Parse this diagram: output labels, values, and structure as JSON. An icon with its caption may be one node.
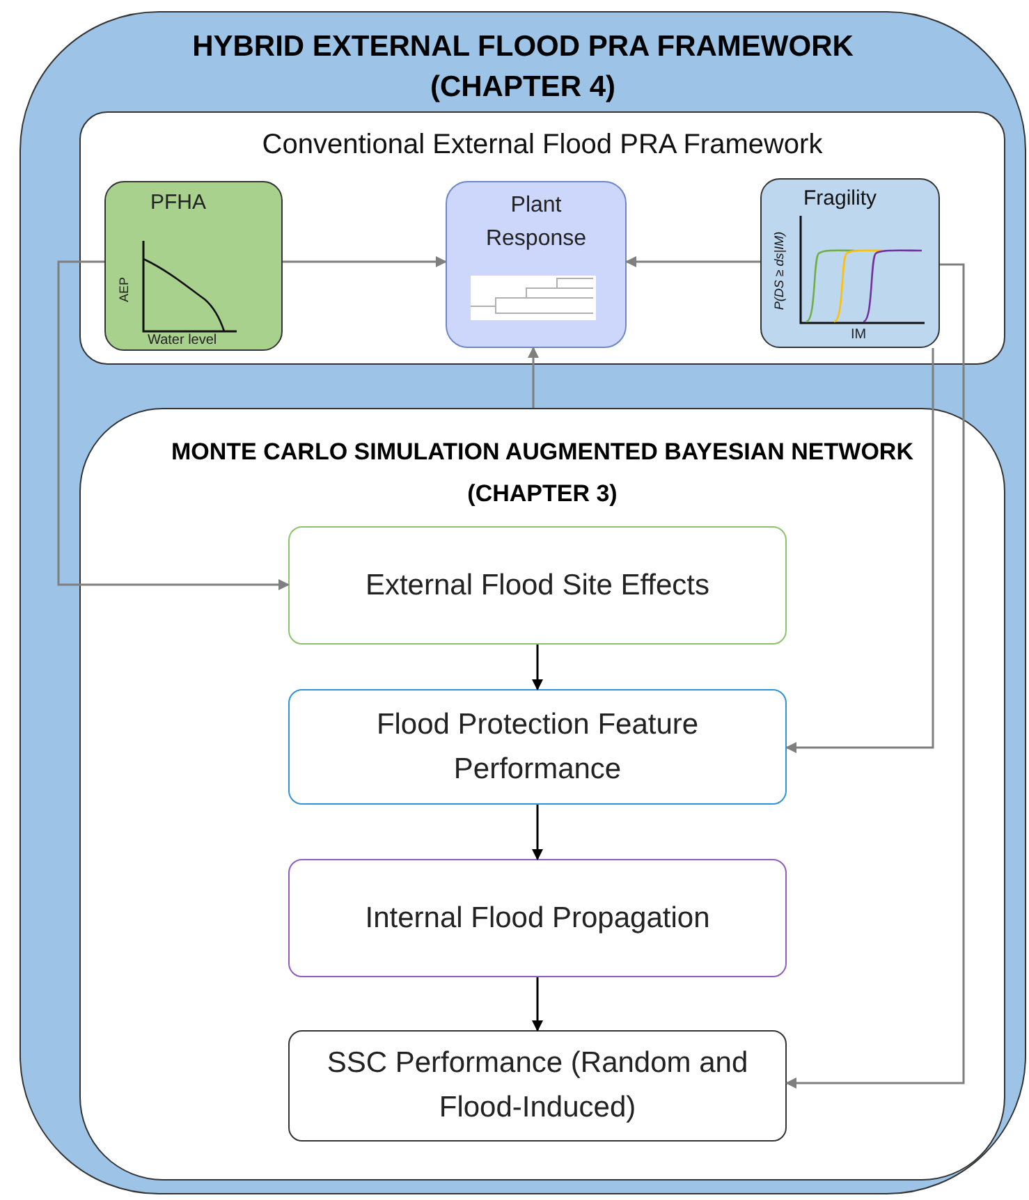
{
  "diagram": {
    "nodes": [
      {
        "text": [
          "HYBRID EXTERNAL FLOOD PRA FRAMEWORK (CHAPTER 4)"
        ]
      },
      {
        "text": [
          "Conventional External Flood PRA Framework"
        ],
        "in": 0
      },
      {
        "text": [
          "PFHA",
          "AEP",
          "Water level"
        ],
        "in": 1
      },
      {
        "text": [
          "Plant Response"
        ],
        "in": 1
      },
      {
        "text": [
          "Fragility",
          "P(DS ≥ ds|IM)",
          "IM"
        ],
        "in": 1
      },
      {
        "text": [
          "MONTE CARLO SIMULATION AUGMENTED BAYESIAN NETWORK (CHAPTER 3)"
        ],
        "in": 0
      },
      {
        "text": [
          "External Flood Site Effects"
        ],
        "in": 5
      },
      {
        "text": [
          "Flood Protection Feature Performance"
        ],
        "in": 5
      },
      {
        "text": [
          "Internal Flood Propagation"
        ],
        "in": 5
      },
      {
        "text": [
          "SSC Performance (Random and Flood-Induced)"
        ],
        "in": 5
      }
    ],
    "edges": [
      {
        "from": 2,
        "to": 3,
        "arrow": "to"
      },
      {
        "from": 4,
        "to": 3,
        "arrow": "to"
      },
      {
        "from": 5,
        "to": 3,
        "arrow": "to"
      },
      {
        "from": 2,
        "to": 6,
        "arrow": "to"
      },
      {
        "from": 4,
        "to": 7,
        "arrow": "to"
      },
      {
        "from": 4,
        "to": 9,
        "arrow": "to"
      },
      {
        "from": 6,
        "to": 7,
        "arrow": "to",
        "color": "#000000"
      },
      {
        "from": 7,
        "to": 8,
        "arrow": "to",
        "color": "#000000"
      },
      {
        "from": 8,
        "to": 9,
        "arrow": "to",
        "color": "#000000"
      }
    ]
  }
}
